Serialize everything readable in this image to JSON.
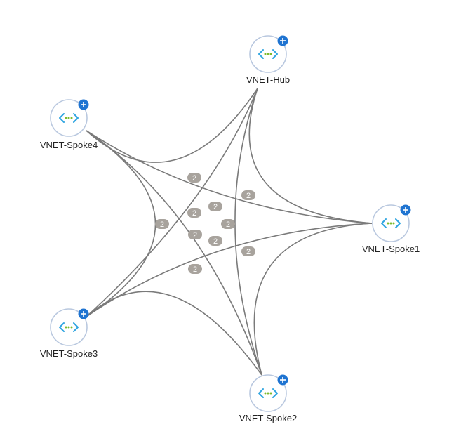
{
  "diagram": {
    "nodes": [
      {
        "id": "hub",
        "label": "VNET-Hub",
        "icon": "virtual-network-icon",
        "expand_icon": "plus-icon"
      },
      {
        "id": "spoke4",
        "label": "VNET-Spoke4",
        "icon": "virtual-network-icon",
        "expand_icon": "plus-icon"
      },
      {
        "id": "spoke1",
        "label": "VNET-Spoke1",
        "icon": "virtual-network-icon",
        "expand_icon": "plus-icon"
      },
      {
        "id": "spoke3",
        "label": "VNET-Spoke3",
        "icon": "virtual-network-icon",
        "expand_icon": "plus-icon"
      },
      {
        "id": "spoke2",
        "label": "VNET-Spoke2",
        "icon": "virtual-network-icon",
        "expand_icon": "plus-icon"
      }
    ],
    "edges": [
      {
        "from": "spoke4",
        "to": "hub",
        "count": "2"
      },
      {
        "from": "hub",
        "to": "spoke1",
        "count": "2"
      },
      {
        "from": "hub",
        "to": "spoke3",
        "count": "2"
      },
      {
        "from": "hub",
        "to": "spoke2",
        "count": "2"
      },
      {
        "from": "spoke4",
        "to": "spoke1",
        "count": "2"
      },
      {
        "from": "spoke4",
        "to": "spoke2",
        "count": "2"
      },
      {
        "from": "spoke4",
        "to": "spoke3",
        "count": "2"
      },
      {
        "from": "spoke3",
        "to": "spoke1",
        "count": "2"
      },
      {
        "from": "spoke1",
        "to": "spoke2",
        "count": "2"
      },
      {
        "from": "spoke3",
        "to": "spoke2",
        "count": "2"
      }
    ],
    "colors": {
      "edge": "#7a7a7a",
      "badge": "#a8a39d",
      "node_border": "#b9c8df",
      "expand_button": "#1f74d1",
      "icon_chevron_left": "#2fa5e0",
      "icon_chevron_right": "#2fa5e0",
      "icon_dots": "#7dbb2e"
    }
  }
}
